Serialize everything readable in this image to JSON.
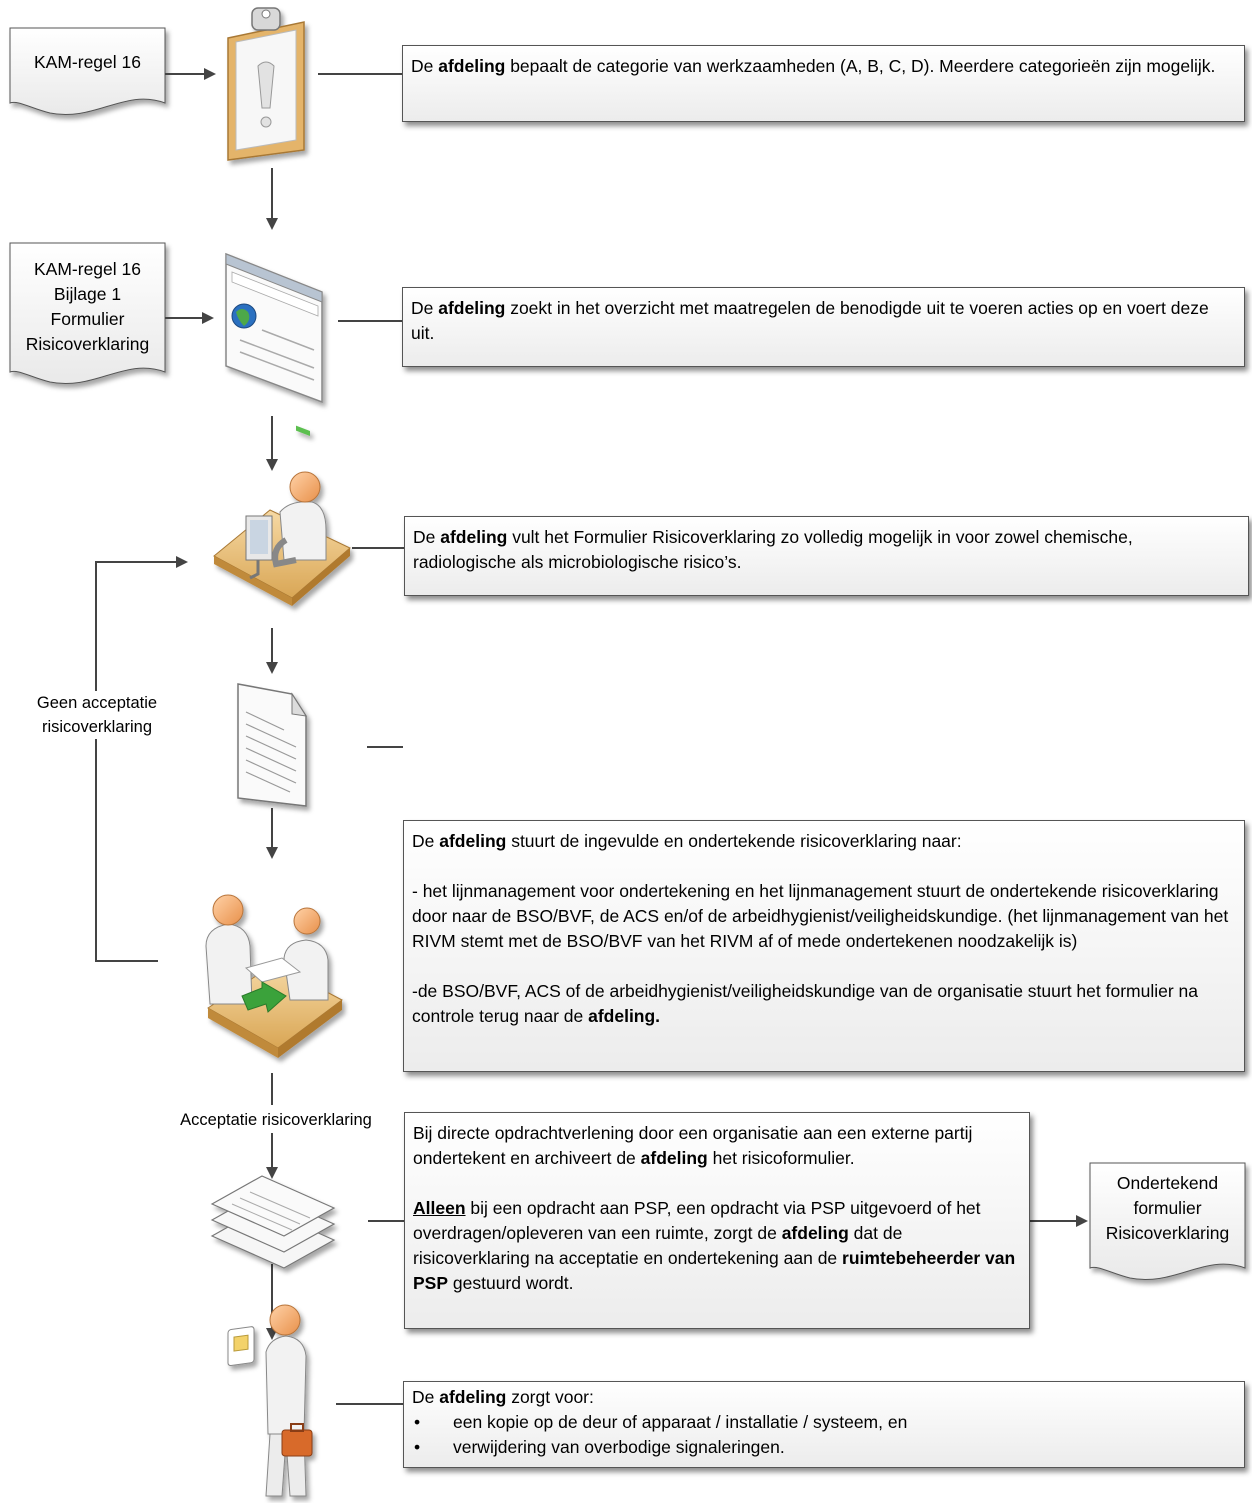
{
  "documents": {
    "kam_regel": "KAM-regel 16",
    "kam_bijlage": [
      "KAM-regel 16",
      "Bijlage 1",
      "Formulier",
      "Risicoverklaring"
    ],
    "ondertekend": [
      "Ondertekend",
      "formulier",
      "Risicoverklaring"
    ]
  },
  "steps": {
    "step1": {
      "prefix": "De ",
      "bold": "afdeling",
      "rest": " bepaalt de categorie van werkzaamheden (A, B, C, D). Meerdere categorieën zijn mogelijk."
    },
    "step2": {
      "prefix": "De ",
      "bold": "afdeling",
      "rest": " zoekt in het overzicht met maatregelen de benodigde uit te voeren acties op en voert deze uit."
    },
    "step3": {
      "prefix": "De ",
      "bold": "afdeling",
      "rest": " vult het Formulier Risicoverklaring  zo volledig mogelijk in voor zowel chemische, radiologische als microbiologische risico’s."
    },
    "step4": {
      "p1_prefix": "De ",
      "p1_bold": "afdeling",
      "p1_rest": " stuurt de ingevulde en ondertekende risicoverklaring naar:",
      "p2": "- het lijnmanagement voor ondertekening en het lijnmanagement stuurt de ondertekende risicoverklaring door naar de BSO/BVF, de ACS en/of de arbeidhygienist/veiligheidskundige. (het lijnmanagement van het RIVM stemt met de BSO/BVF van het RIVM af of mede ondertekenen noodzakelijk is)",
      "p3_text": "-de BSO/BVF, ACS of de arbeidhygienist/veiligheidskundige van de organisatie stuurt het formulier na controle terug naar de ",
      "p3_bold": "afdeling."
    },
    "step5": {
      "p1_text": "Bij directe opdrachtverlening door een organisatie aan een externe partij ondertekent en archiveert de ",
      "p1_bold": "afdeling",
      "p1_rest": " het risicoformulier.",
      "p2_underline": "Alleen",
      "p2_text": " bij een opdracht aan PSP, een opdracht via PSP uitgevoerd of het overdragen/opleveren van een ruimte, zorgt de ",
      "p2_bold1": "afdeling",
      "p2_text2": " dat de risicoverklaring na acceptatie en ondertekening aan de ",
      "p2_bold2": "ruimtebeheerder van PSP",
      "p2_text3": " gestuurd wordt."
    },
    "step6": {
      "prefix": "De ",
      "bold": "afdeling",
      "rest": " zorgt voor:",
      "bullets": [
        "een kopie op de deur of apparaat / installatie / systeem, en",
        "verwijdering van overbodige signaleringen."
      ]
    }
  },
  "labels": {
    "geen_acceptatie": [
      "Geen acceptatie",
      "risicoverklaring"
    ],
    "acceptatie": "Acceptatie risicoverklaring"
  },
  "icons": [
    "clipboard-warning-icon",
    "web-browser-window-icon",
    "person-at-computer-icon",
    "document-page-icon",
    "meeting-handover-icon",
    "stacked-documents-icon",
    "person-with-badge-icon"
  ],
  "colors": {
    "box_border": "#555555",
    "line": "#444444",
    "skin": "#f0a870",
    "desk": "#e0b060",
    "arrow_green": "#3aa23a"
  }
}
